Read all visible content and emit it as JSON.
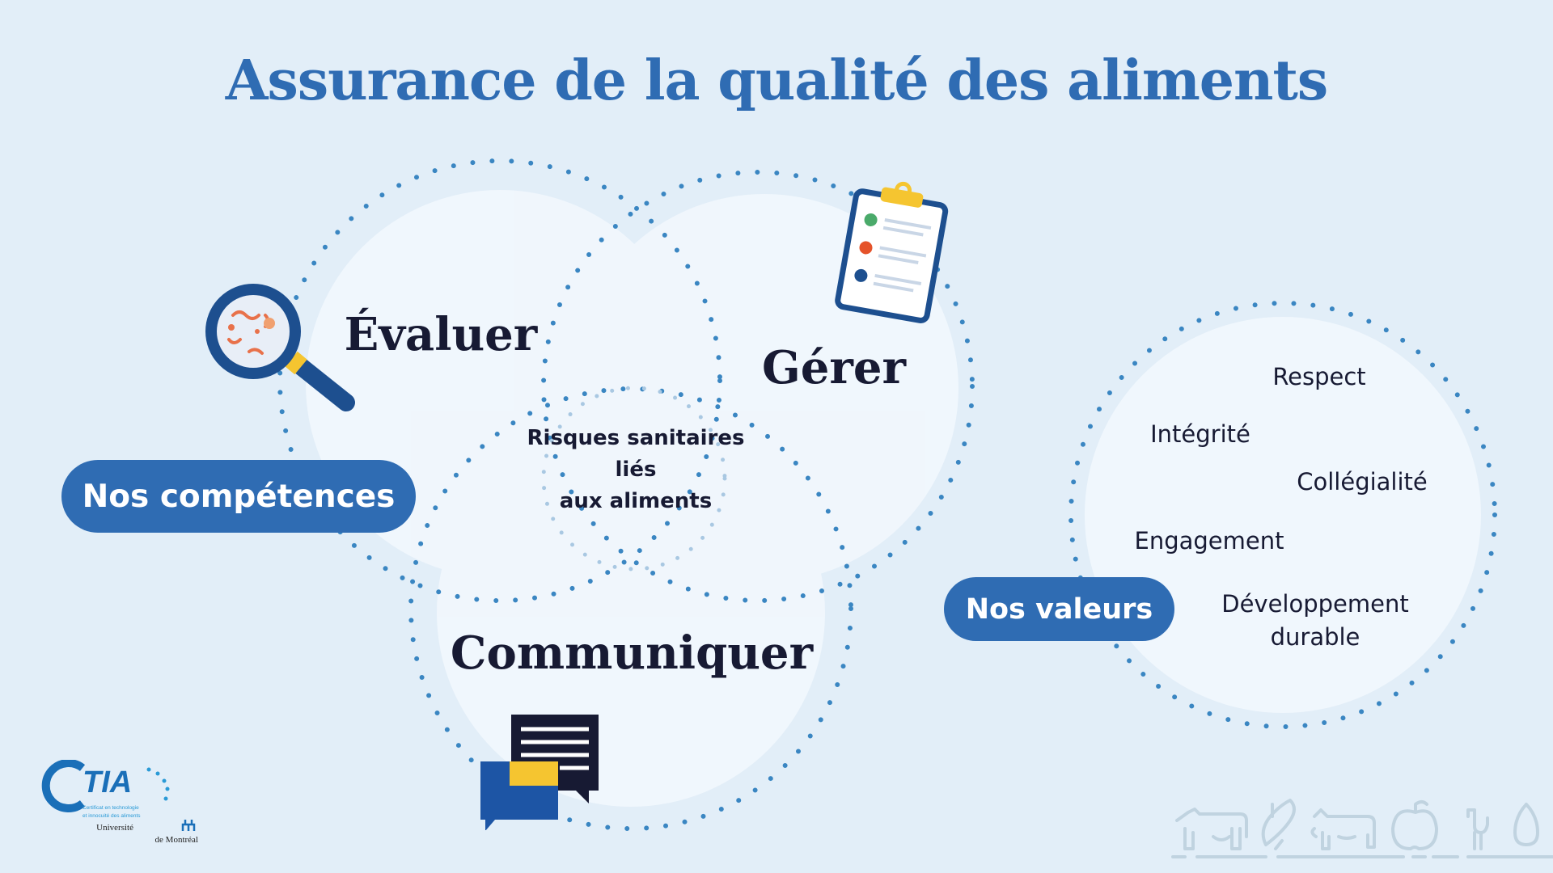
{
  "title": "Assurance de la qualité des aliments",
  "competences": {
    "label": "Nos compétences",
    "evaluer": "Évaluer",
    "gerer": "Gérer",
    "communiquer": "Communiquer",
    "center_lines": [
      "Risques sanitaires",
      "liés",
      "aux aliments"
    ]
  },
  "valeurs": {
    "label": "Nos valeurs",
    "items": [
      "Respect",
      "Intégrité",
      "Collégialité",
      "Engagement",
      "Développement",
      "durable"
    ]
  },
  "logo": {
    "acronym": "CTIA",
    "subtitle_1": "Certificat en technologie",
    "subtitle_2": "et innocuité des aliments",
    "university_1": "Université",
    "university_2": "de Montréal"
  },
  "colors": {
    "accent": "#2f6cb3",
    "dots": "#3a86c2",
    "background": "#e2eef8",
    "text": "#171a33"
  }
}
